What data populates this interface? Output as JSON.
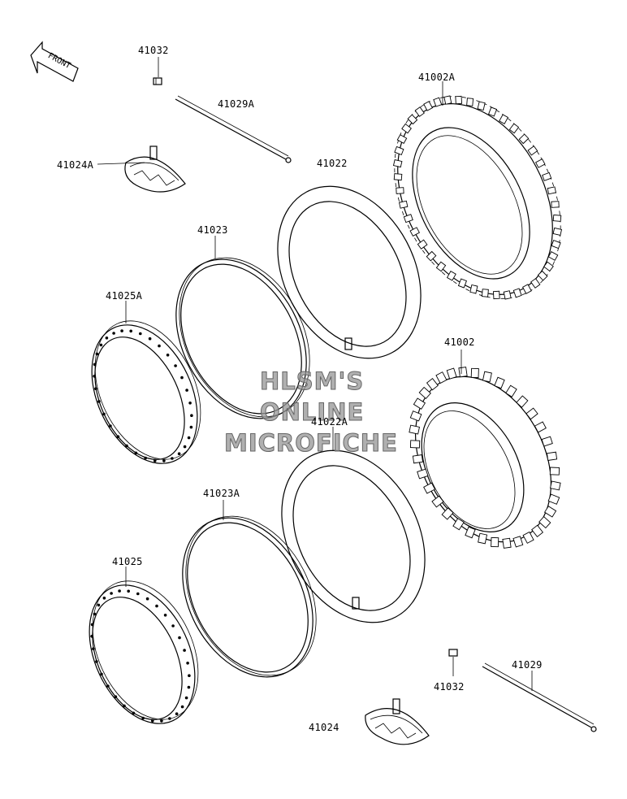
{
  "front_arrow_label": "FRONT",
  "watermark": {
    "line1": "HLSM'S",
    "line2": "ONLINE",
    "line3": "MICROFICHE"
  },
  "parts": {
    "p41032_top": "41032",
    "p41029A": "41029A",
    "p41002A": "41002A",
    "p41024A": "41024A",
    "p41022": "41022",
    "p41023": "41023",
    "p41025A": "41025A",
    "p41002": "41002",
    "p41022A": "41022A",
    "p41023A": "41023A",
    "p41025": "41025",
    "p41029": "41029",
    "p41032_bottom": "41032",
    "p41024": "41024"
  }
}
